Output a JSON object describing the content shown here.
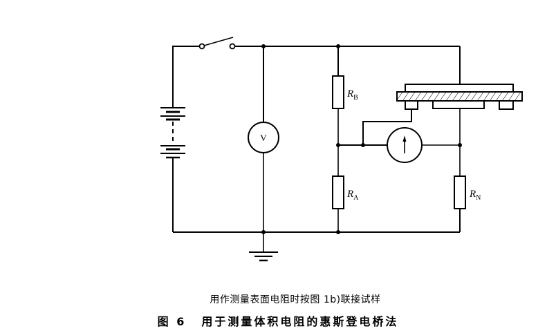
{
  "diagram": {
    "title": "Wheatstone bridge for volume resistance measurement",
    "components": {
      "voltmeter": {
        "symbol": "V"
      },
      "galvanometer": {
        "symbol": "arrow"
      },
      "resistors": [
        {
          "id": "RB",
          "main": "R",
          "sub": "B"
        },
        {
          "id": "RA",
          "main": "R",
          "sub": "A"
        },
        {
          "id": "RN",
          "main": "R",
          "sub": "N"
        }
      ],
      "battery": {
        "cells": 2,
        "connection": "dashed"
      },
      "switch": {
        "state": "open"
      },
      "ground": {},
      "specimen": {
        "hatched": true,
        "electrodes": [
          "top",
          "guard-left",
          "measuring",
          "guard-right"
        ]
      }
    }
  },
  "caption": {
    "note": "用作测量表面电阻时按图 1b)联接试样",
    "figure_number": "图 6",
    "figure_title": "用于测量体积电阻的惠斯登电桥法"
  }
}
